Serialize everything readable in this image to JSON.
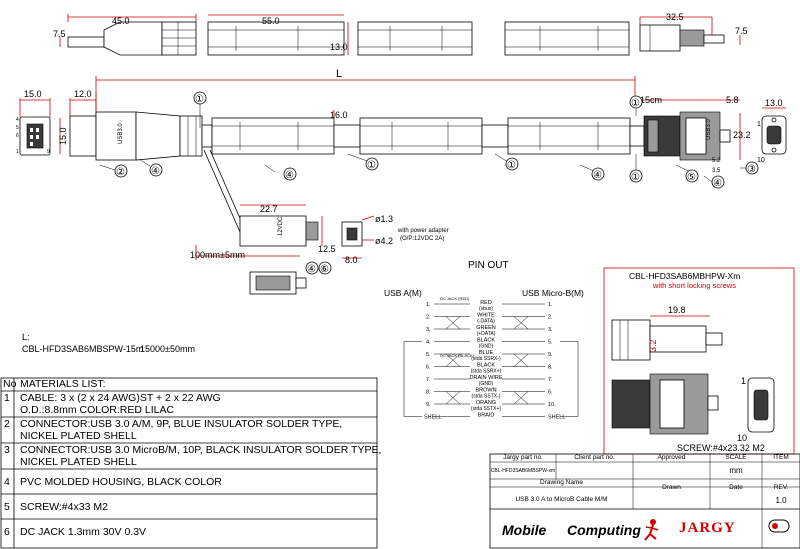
{
  "dimensions": {
    "top_plug_len": "45.0",
    "top_plug_tongue": "7.5",
    "top_housing_len": "55.0",
    "top_housing_h": "13.0",
    "top_micro_len": "32.5",
    "top_micro_tongue": "7.5",
    "overall_len": "L",
    "usb_a_face_w": "15.0",
    "usb_a_face_h": "15.0",
    "usb_a_plug_w": "12.0",
    "housing_h": "16.0",
    "micro_rear": "15cm",
    "micro_tip": "5.8",
    "micro_body_h": "23.2",
    "micro_face_w": "13.0",
    "micro_d1": "5.2",
    "micro_d2": "3.5",
    "dc_len": "22.7",
    "dc_h": "12.5",
    "dc_lead": "100mm±5mm",
    "dc_jack_hole": "ø1.3",
    "dc_jack_outer": "ø4.2",
    "dc_jack_w": "8.0"
  },
  "balloons": [
    "①",
    "②",
    "③",
    "④",
    "⑤",
    "⑥"
  ],
  "labels": {
    "power_adapter": "with power adapter",
    "power_spec": "(O/P:12VDC 2A)",
    "dc_plug_text": "12VDC",
    "usb_a_mold_text": "USB3.0",
    "micro_mold_text": "USB3.0",
    "pin_numbers_a_face": [
      "4",
      "5",
      "6",
      "1",
      "9"
    ],
    "pin_numbers_micro_face": [
      "1",
      "10"
    ]
  },
  "length_spec": {
    "label": "L:",
    "part": "CBL-HFD3SAB6MBSPW-15m",
    "value": "15000±50mm"
  },
  "pinout": {
    "title": "PIN OUT",
    "left_title": "USB A(M)",
    "right_title": "USB Micro-B(M)",
    "dc_note": "DC JACK (RED)",
    "dc_note2": "DC JACK (BLACK)",
    "rows": [
      {
        "left": "1.",
        "sig": "RED",
        "sub": "(vbus)",
        "right": "1."
      },
      {
        "left": "2.",
        "sig": "WHITE",
        "sub": "(-DATA)",
        "right": "2."
      },
      {
        "left": "3.",
        "sig": "GREEN",
        "sub": "(+DATA)",
        "right": "3."
      },
      {
        "left": "4.",
        "sig": "BLACK",
        "sub": "(GND)",
        "right": "5."
      },
      {
        "left": "5.",
        "sig": "BLUE",
        "sub": "(stda SSRX-)",
        "right": "9."
      },
      {
        "left": "6.",
        "sig": "BLACK",
        "sub": "(stda SSRX+)",
        "right": "8."
      },
      {
        "left": "7.",
        "sig": "DRAIN WIRE",
        "sub": "(GND)",
        "right": "7."
      },
      {
        "left": "8.",
        "sig": "BROWN",
        "sub": "(stda SSTX-)",
        "right": "6."
      },
      {
        "left": "9.",
        "sig": "ORANG",
        "sub": "(stda SSTX+)",
        "right": "10."
      },
      {
        "left": "SHELL",
        "sig": "BRAID",
        "sub": "",
        "right": "SHELL"
      }
    ]
  },
  "alt_detail": {
    "title": "CBL-HFD3SAB6MBHPW-Xm",
    "subtitle": "with short locking screws",
    "dim_w": "19.8",
    "dim_h": "3.2",
    "pin1": "1",
    "pin10": "10",
    "screw": "SCREW:#4x23.32 M2"
  },
  "materials": {
    "header_no": "No",
    "header_title": "MATERIALS LIST:",
    "rows": [
      {
        "no": "1",
        "lines": [
          "CABLE: 3 x (2 x 24 AWG)ST + 2 x 22 AWG",
          "O.D.:8.8mm COLOR:RED LILAC"
        ]
      },
      {
        "no": "2",
        "lines": [
          "CONNECTOR:USB 3.0 A/M, 9P, BLUE INSULATOR SOLDER TYPE,",
          "NICKEL PLATED SHELL"
        ]
      },
      {
        "no": "3",
        "lines": [
          "CONNECTOR:USB 3.0 MicroB/M, 10P, BLACK INSULATOR SOLDER TYPE,",
          "NICKEL PLATED SHELL"
        ]
      },
      {
        "no": "4",
        "lines": [
          "PVC MOLDED HOUSING, BLACK COLOR"
        ]
      },
      {
        "no": "5",
        "lines": [
          "SCREW:#4x33 M2"
        ]
      },
      {
        "no": "6",
        "lines": [
          "DC JACK 1.3mm 30V 0.3V"
        ]
      }
    ]
  },
  "title_block": {
    "h_part": "Jargy part no.",
    "h_client": "Client part no.",
    "h_approved": "Approved",
    "h_scale": "SCALE",
    "h_item": "ITEM",
    "part_no": "CBL-HFD3SAB6MBSPW-xm",
    "scale": "mm",
    "h_drawing_name": "Drawing Name",
    "h_drawn": "Drawn",
    "h_date": "Date",
    "h_rev": "REV.",
    "drawing_name": "USB 3.0 A to MicroB Cable M/M",
    "rev": "1.0",
    "brand1": "Mobile",
    "brand2": "Computing",
    "brand3": "JARGY"
  },
  "colors": {
    "dimension": "#c00000",
    "balloon_red": "#d00000",
    "brand_red": "#d00000",
    "brand_blue": "#0033aa"
  }
}
